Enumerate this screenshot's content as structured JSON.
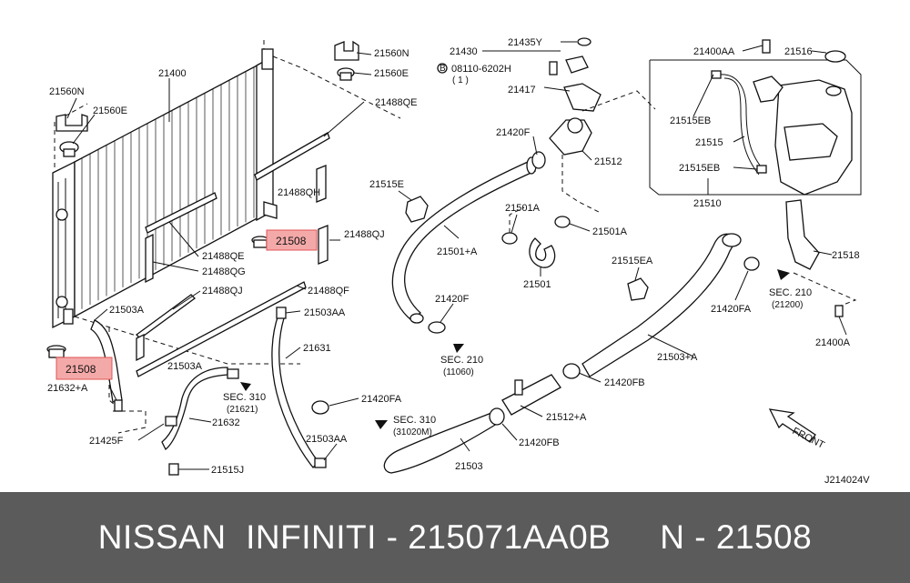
{
  "diagram": {
    "code": "J214024V",
    "front_label": "FRONT",
    "highlighted_part": "21508",
    "labels": {
      "l21400": "21400",
      "l21560N_left": "21560N",
      "l21560E_left": "21560E",
      "l21560N_top": "21560N",
      "l21560E_top": "21560E",
      "l21488QE_top": "21488QE",
      "l21488QH": "21488QH",
      "l21508_upper": "21508",
      "l21488QJ_right": "21488QJ",
      "l21488QE_mid": "21488QE",
      "l21488QG": "21488QG",
      "l21488QJ_mid": "21488QJ",
      "l21488QF": "21488QF",
      "l21503A_left": "21503A",
      "l21503AA_top": "21503AA",
      "l21508_lower": "21508",
      "l21632A": "21632+A",
      "l21631": "21631",
      "l21503A_mid": "21503A",
      "l21632": "21632",
      "l21425F": "21425F",
      "l21515J": "21515J",
      "sec310_a": "SEC. 310",
      "sec310_a_ref": "(21621)",
      "l21420FA_low": "21420FA",
      "l21503AA_low": "21503AA",
      "sec310_b": "SEC. 310",
      "sec310_b_ref": "(31020M)",
      "l21503": "21503",
      "l21420FB_low": "21420FB",
      "l21512A": "21512+A",
      "l21420FB_mid": "21420FB",
      "l21503A_right": "21503+A",
      "l21430": "21430",
      "l21435Y": "21435Y",
      "bolt_spec": "08110-6202H",
      "bolt_qty": "( 1 )",
      "l21417": "21417",
      "l21420F_top": "21420F",
      "l21512": "21512",
      "l21515E": "21515E",
      "l21501A_a": "21501A",
      "l21501A_b": "21501A",
      "l21501A_hose": "21501+A",
      "l21501": "21501",
      "l21420F_low": "21420F",
      "sec210_a": "SEC. 210",
      "sec210_a_ref": "(11060)",
      "l21515EA": "21515EA",
      "l21420FA_right": "21420FA",
      "sec210_b": "SEC. 210",
      "sec210_b_ref": "(21200)",
      "l21400AA": "21400AA",
      "l21516": "21516",
      "l21515EB_a": "21515EB",
      "l21515": "21515",
      "l21515EB_b": "21515EB",
      "l21510": "21510",
      "l21518": "21518",
      "l21400A": "21400A"
    }
  },
  "footer": {
    "text": "NISSAN  INFINITI - 215071AA0B     N - 21508"
  }
}
